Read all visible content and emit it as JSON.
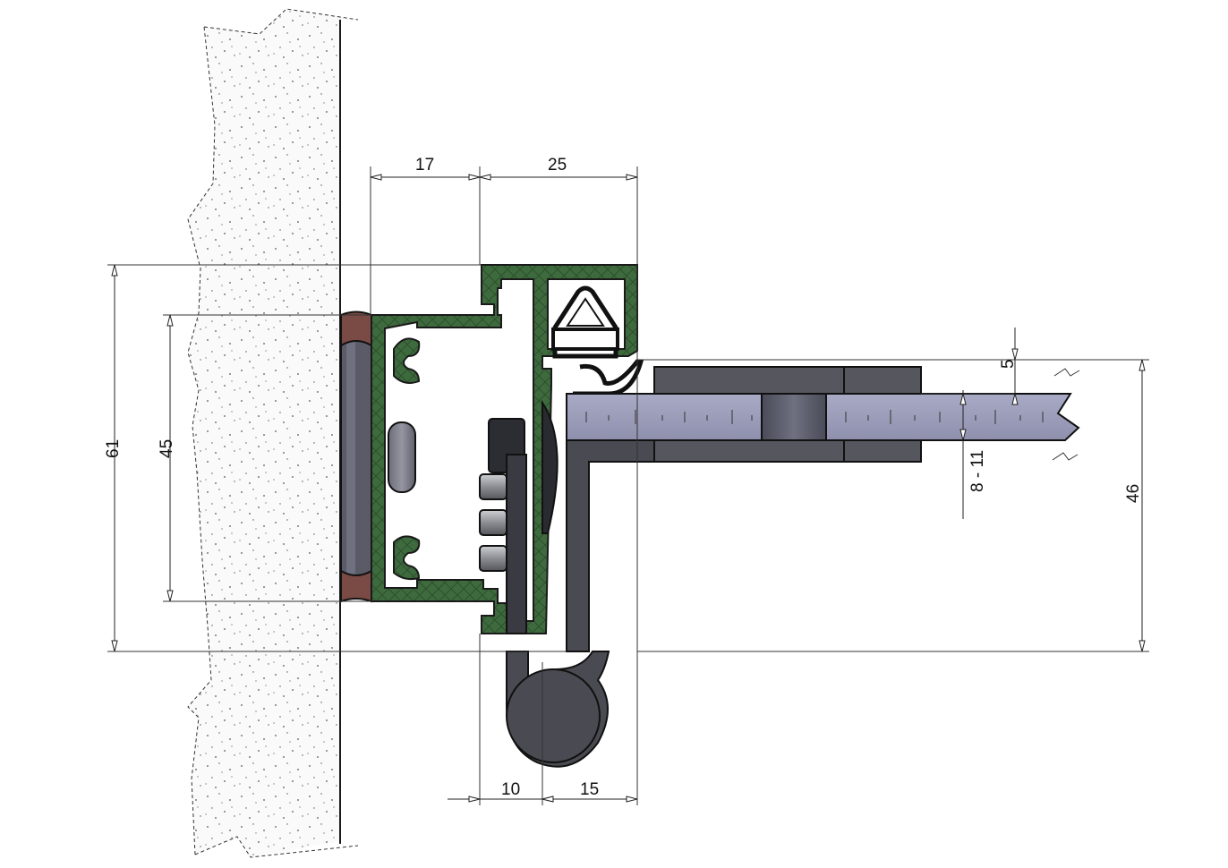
{
  "dimensions": {
    "top_left": "17",
    "top_right": "25",
    "bottom_left": "10",
    "bottom_right": "15",
    "overall_height": "61",
    "inner_height": "45",
    "gap_top": "5",
    "glass_thickness": "8 - 11",
    "right_height": "46"
  },
  "colors": {
    "profile_green": "#3e6b3e",
    "profile_outline": "#1a1a1a",
    "wall_fill": "#f4f4f4",
    "gasket_dark": "#4a4a4a",
    "glass_blue": "#9b9cb8",
    "rubber_brown": "#7a4a44",
    "gray_pad": "#5e5f6a"
  }
}
